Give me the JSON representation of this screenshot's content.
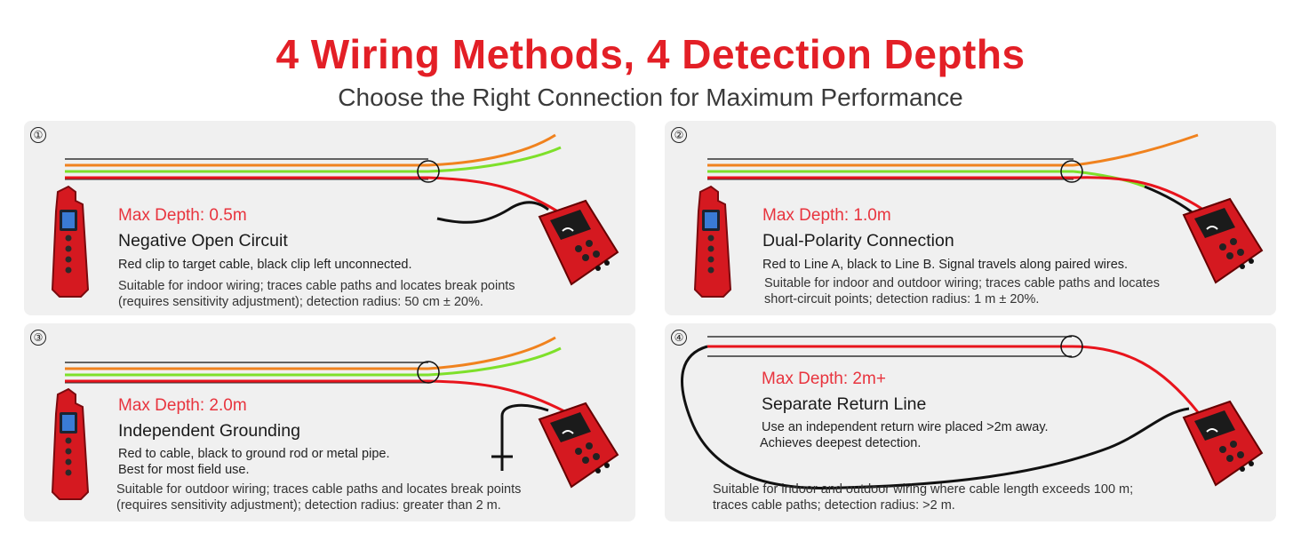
{
  "header": {
    "title": "4 Wiring Methods, 4 Detection Depths",
    "subtitle": "Choose the Right Connection for Maximum Performance"
  },
  "colors": {
    "accent_red": "#e31f26",
    "wire_orange": "#f0821e",
    "wire_green": "#7ee02a",
    "wire_red": "#e8141c",
    "wire_black": "#111111",
    "panel_bg": "#f0f0f0"
  },
  "methods": [
    {
      "number": "①",
      "max_depth": "Max Depth: 0.5m",
      "name": "Negative Open Circuit",
      "connection": "Red clip to target cable, black clip left unconnected.",
      "usage_line1": "Suitable for indoor wiring; traces cable paths and locates break points",
      "usage_line2": "(requires sensitivity adjustment); detection radius: 50 cm ± 20%."
    },
    {
      "number": "②",
      "max_depth": "Max Depth: 1.0m",
      "name": "Dual-Polarity Connection",
      "connection": "Red to Line A, black to Line B. Signal travels along paired wires.",
      "usage_line1": "Suitable for indoor and outdoor wiring; traces cable paths and locates",
      "usage_line2": "short-circuit points; detection radius: 1 m ± 20%."
    },
    {
      "number": "③",
      "max_depth": "Max Depth: 2.0m",
      "name": "Independent Grounding",
      "connection": "Red to cable, black to ground rod or metal pipe.",
      "connection_line2": "Best for most field use.",
      "usage_line1": "Suitable for outdoor wiring; traces cable paths and locates break points",
      "usage_line2": "(requires sensitivity adjustment); detection radius: greater than 2 m."
    },
    {
      "number": "④",
      "max_depth": "Max Depth: 2m+",
      "name": "Separate Return Line",
      "connection": "Use an independent return wire placed >2m away.",
      "connection_line2": "Achieves deepest detection.",
      "usage_line1": "Suitable for indoor and outdoor wiring where cable length exceeds 100 m;",
      "usage_line2": "traces cable paths; detection radius: >2 m."
    }
  ]
}
